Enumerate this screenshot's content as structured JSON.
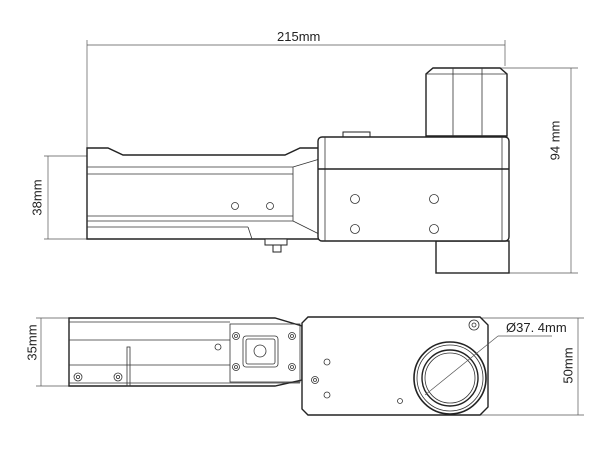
{
  "top_view": {
    "width_label": "215mm",
    "height_label": "94 mm",
    "rail_height_label": "38mm"
  },
  "bottom_view": {
    "rail_height_label": "35mm",
    "plate_height_label": "50mm",
    "bore_label": "Ø37. 4mm"
  },
  "colors": {
    "line": "#222222",
    "dimension": "#555555",
    "background": "#ffffff"
  }
}
